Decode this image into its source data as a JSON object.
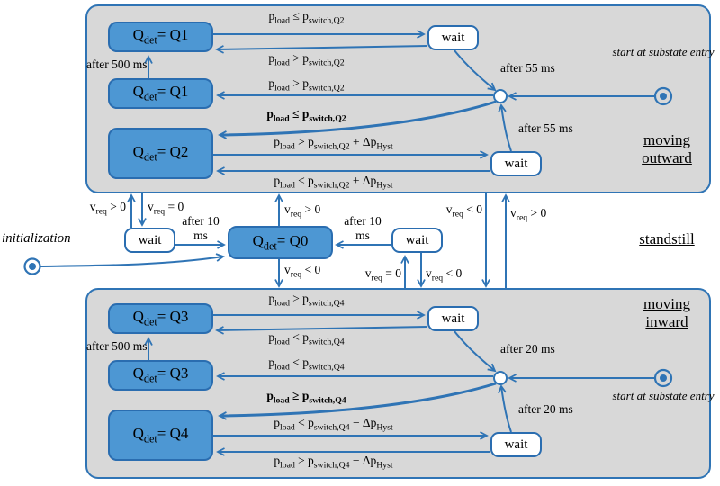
{
  "colors": {
    "accent": "#2f74b5",
    "state_fill": "#4d97d3",
    "state_border": "#2a6db0",
    "region_fill": "#d8d8d8"
  },
  "states": {
    "q1a": "Q_{det}= Q1",
    "q1b": "Q_{det}= Q1",
    "q2": "Q_{det}= Q2",
    "q0": "Q_{det}= Q0",
    "q3a": "Q_{det}= Q3",
    "q3b": "Q_{det}= Q3",
    "q4": "Q_{det}= Q4",
    "wait_label": "wait"
  },
  "regions": {
    "outward_title": "moving outward",
    "standstill_title": "standstill",
    "inward_title": "moving inward"
  },
  "annotations": {
    "initialization": "initialization",
    "start_top": "start at substate entry",
    "start_bottom": "start at substate entry"
  },
  "transitions": {
    "out_q1_to_wait": "p_{load} ≤ p_{switch,Q2}",
    "out_wait_to_q1": "p_{load} > p_{switch,Q2}",
    "out_after_500ms": "after 500 ms",
    "out_junction_to_q1": "p_{load} > p_{switch,Q2}",
    "out_junction_to_q2": "p_{load} ≤ p_{switch,Q2}",
    "out_after_55ms_upper": "after 55 ms",
    "out_after_55ms_lower": "after 55 ms",
    "out_q2_to_wait": "p_{load} > p_{switch,Q2} + Δp_{Hyst}",
    "out_wait_to_q2": "p_{load} ≤ p_{switch,Q2} + Δp_{Hyst}",
    "std_vreq_gt0_left": "v_{req} > 0",
    "std_vreq_eq0_left": "v_{req} = 0",
    "std_after_10ms_left": "after 10 ms",
    "std_vreq_gt0_q0": "v_{req} > 0",
    "std_after_10ms_right": "after 10 ms",
    "std_vreq_lt0_outer": "v_{req} < 0",
    "std_vreq_gt0_outer": "v_{req} > 0",
    "std_vreq_lt0_q0": "v_{req} < 0",
    "std_vreq_eq0_right": "v_{req} = 0",
    "std_vreq_lt0_right": "v_{req} < 0",
    "in_q3_to_wait": "p_{load} ≥ p_{switch,Q4}",
    "in_wait_to_q3": "p_{load} < p_{switch,Q4}",
    "in_after_500ms": "after 500 ms",
    "in_junction_to_q3": "p_{load} < p_{switch,Q4}",
    "in_junction_to_q4": "p_{load} ≥ p_{switch,Q4}",
    "in_after_20ms_upper": "after 20 ms",
    "in_after_20ms_lower": "after 20 ms",
    "in_q4_to_wait": "p_{load} < p_{switch,Q4} − Δp_{Hyst}",
    "in_wait_to_q4": "p_{load} ≥ p_{switch,Q4} − Δp_{Hyst}"
  }
}
